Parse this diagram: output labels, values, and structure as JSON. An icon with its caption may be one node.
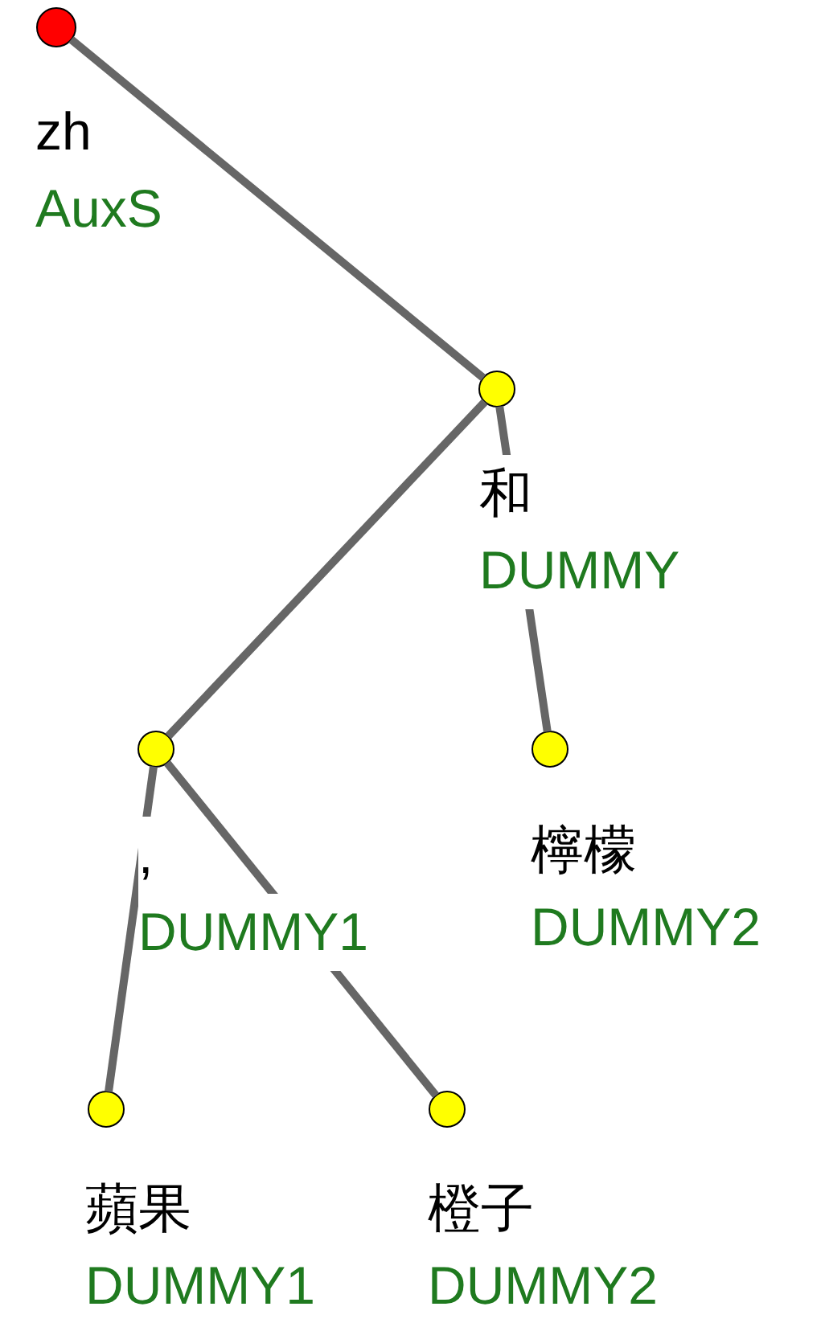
{
  "diagram": {
    "nodes": [
      {
        "text": [],
        "shape": "circle",
        "beside": [
          "zh",
          "AuxS"
        ]
      },
      {
        "text": [],
        "shape": "circle",
        "beside": [
          "和",
          "DUMMY"
        ]
      },
      {
        "text": [],
        "shape": "circle",
        "beside": [
          ",",
          "DUMMY1"
        ]
      },
      {
        "text": [],
        "shape": "circle",
        "beside": [
          "檸檬",
          "DUMMY2"
        ]
      },
      {
        "text": [],
        "shape": "circle",
        "beside": [
          "蘋果",
          "DUMMY1"
        ]
      },
      {
        "text": [],
        "shape": "circle",
        "beside": [
          "橙子",
          "DUMMY2"
        ]
      }
    ],
    "edges": [
      {
        "from": 0,
        "to": 1,
        "arrow": "none"
      },
      {
        "from": 1,
        "to": 2,
        "arrow": "none"
      },
      {
        "from": 1,
        "to": 3,
        "arrow": "none"
      },
      {
        "from": 2,
        "to": 4,
        "arrow": "none"
      },
      {
        "from": 2,
        "to": 5,
        "arrow": "none"
      }
    ]
  }
}
